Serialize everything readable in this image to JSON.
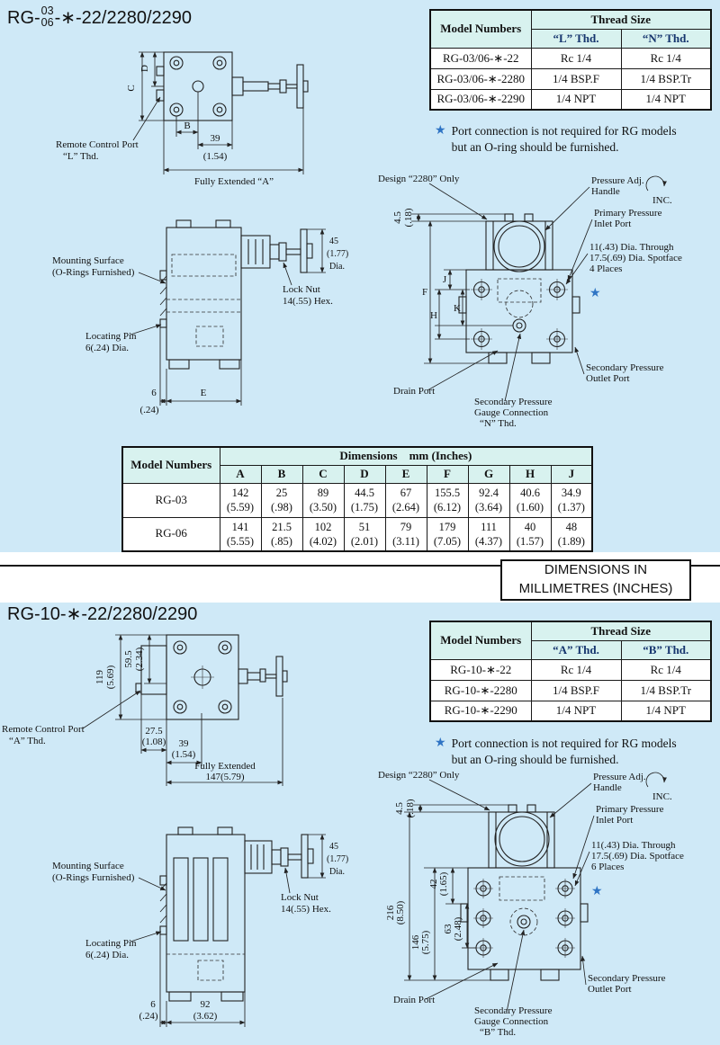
{
  "page": {
    "bg": "#cfe9f7",
    "star_color": "#2f74c4",
    "divider": {
      "line1": "DIMENSIONS IN",
      "line2": "MILLIMETRES (INCHES)"
    }
  },
  "s1": {
    "title": {
      "prefix": "RG-",
      "num_top": "03",
      "num_bottom": "06",
      "suffix": "-∗-22/2280/2290"
    },
    "thread_table": {
      "model_header": "Model Numbers",
      "thread_header": "Thread Size",
      "col1": "“L” Thd.",
      "col2": "“N” Thd.",
      "rows": [
        {
          "model": "RG-03/06-∗-22",
          "c1": "Rc 1/4",
          "c2": "Rc 1/4"
        },
        {
          "model": "RG-03/06-∗-2280",
          "c1": "1/4 BSP.F",
          "c2": "1/4 BSP.Tr"
        },
        {
          "model": "RG-03/06-∗-2290",
          "c1": "1/4 NPT",
          "c2": "1/4 NPT"
        }
      ]
    },
    "note": {
      "star": "★",
      "text": "Port connection is not required for RG models\nbut an O-ring should be furnished."
    },
    "top_view": {
      "c": "C",
      "d": "D",
      "b": "B",
      "n39": "39",
      "n39i": "(1.54)",
      "fully": "Fully Extended “A”",
      "remote1": "Remote Control Port",
      "remote2": "“L” Thd."
    },
    "side_view": {
      "mount1": "Mounting Surface",
      "mount2": "(O-Rings Furnished)",
      "lock1": "Lock Nut",
      "lock2": "14(.55) Hex.",
      "pin1": "Locating Pin",
      "pin2": "6(.24) Dia.",
      "d6": "6",
      "d6i": "(.24)",
      "e": "E",
      "dia1": "45",
      "dia2": "(1.77)",
      "dia3": "Dia."
    },
    "front_view": {
      "design": "Design “2280” Only",
      "adj1": "Pressure Adj.",
      "adj2": "Handle",
      "inc": "INC.",
      "inlet1": "Primary Pressure",
      "inlet2": "Inlet Port",
      "sf1": "11(.43) Dia. Through",
      "sf2": "17.5(.69) Dia. Spotface",
      "sf3": "4 Places",
      "star": "★",
      "out1": "Secondary Pressure",
      "out2": "Outlet Port",
      "drain": "Drain Port",
      "g1": "Secondary Pressure",
      "g2": "Gauge Connection",
      "g3": "“N” Thd.",
      "d45": "4.5",
      "d45i": "(.18)",
      "f": "F",
      "j": "J",
      "k": "K",
      "h": "H"
    },
    "dims_table": {
      "model_header": "Model Numbers",
      "dims_header": "Dimensions    mm (Inches)",
      "cols": [
        "A",
        "B",
        "C",
        "D",
        "E",
        "F",
        "G",
        "H",
        "J"
      ],
      "rows": [
        {
          "model": "RG-03",
          "values": [
            "142\n(5.59)",
            "25\n(.98)",
            "89\n(3.50)",
            "44.5\n(1.75)",
            "67\n(2.64)",
            "155.5\n(6.12)",
            "92.4\n(3.64)",
            "40.6\n(1.60)",
            "34.9\n(1.37)"
          ]
        },
        {
          "model": "RG-06",
          "values": [
            "141\n(5.55)",
            "21.5\n(.85)",
            "102\n(4.02)",
            "51\n(2.01)",
            "79\n(3.11)",
            "179\n(7.05)",
            "111\n(4.37)",
            "40\n(1.57)",
            "48\n(1.89)"
          ]
        }
      ]
    }
  },
  "s2": {
    "title": "RG-10-∗-22/2280/2290",
    "thread_table": {
      "model_header": "Model Numbers",
      "thread_header": "Thread Size",
      "col1": "“A” Thd.",
      "col2": "“B” Thd.",
      "rows": [
        {
          "model": "RG-10-∗-22",
          "c1": "Rc 1/4",
          "c2": "Rc 1/4"
        },
        {
          "model": "RG-10-∗-2280",
          "c1": "1/4 BSP.F",
          "c2": "1/4 BSP.Tr"
        },
        {
          "model": "RG-10-∗-2290",
          "c1": "1/4 NPT",
          "c2": "1/4 NPT"
        }
      ]
    },
    "note": {
      "star": "★",
      "text": "Port connection is not required for RG models\nbut an O-ring should be furnished."
    },
    "top_view": {
      "d119": "119",
      "d119i": "(5.69)",
      "d595": "59.5",
      "d595i": "(2.34)",
      "d275": "27.5",
      "d275i": "(1.08)",
      "n39": "39",
      "n39i": "(1.54)",
      "fully1": "Fully Extended",
      "fully2": "147(5.79)",
      "remote1": "Remote Control Port",
      "remote2": "“A” Thd."
    },
    "side_view": {
      "mount1": "Mounting Surface",
      "mount2": "(O-Rings Furnished)",
      "lock1": "Lock Nut",
      "lock2": "14(.55) Hex.",
      "pin1": "Locating Pin",
      "pin2": "6(.24) Dia.",
      "d6": "6",
      "d6i": "(.24)",
      "d92": "92",
      "d92i": "(3.62)",
      "dia1": "45",
      "dia2": "(1.77)",
      "dia3": "Dia."
    },
    "front_view": {
      "design": "Design “2280” Only",
      "adj1": "Pressure Adj.",
      "adj2": "Handle",
      "inc": "INC.",
      "inlet1": "Primary Pressure",
      "inlet2": "Inlet Port",
      "sf1": "11(.43) Dia. Through",
      "sf2": "17.5(.69) Dia. Spotface",
      "sf3": "6 Places",
      "star": "★",
      "out1": "Secondary Pressure",
      "out2": "Outlet Port",
      "drain": "Drain Port",
      "g1": "Secondary Pressure",
      "g2": "Gauge Connection",
      "g3": "“B” Thd.",
      "d45": "4.5",
      "d45i": "(.18)",
      "d42": "42",
      "d42i": "(1.65)",
      "d63": "63",
      "d63i": "(2.48)",
      "d216": "216",
      "d216i": "(8.50)",
      "d146": "146",
      "d146i": "(5.75)"
    }
  }
}
